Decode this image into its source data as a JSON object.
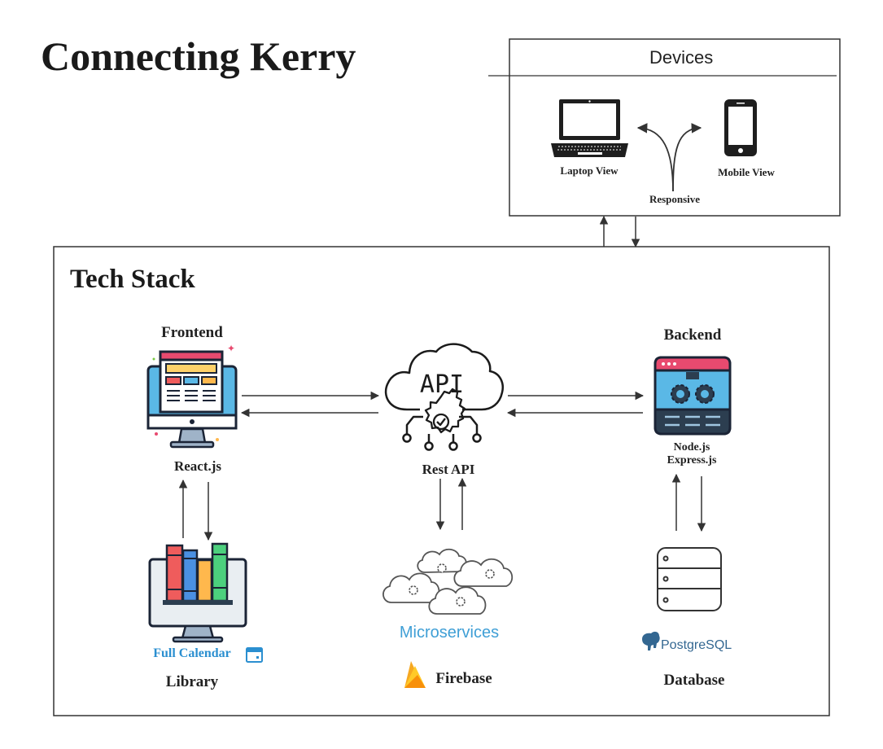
{
  "title": "Connecting Kerry",
  "colors": {
    "ink": "#222222",
    "border": "#333333",
    "fullcalendar": "#2b8fd0",
    "microservices": "#3f9fd6",
    "postgres": "#336791",
    "firebase_orange": "#f6a821",
    "firebase_yellow": "#ffca28"
  },
  "devices": {
    "title": "Devices",
    "laptop_label": "Laptop View",
    "mobile_label": "Mobile View",
    "responsive_label": "Responsive",
    "icons": [
      "laptop-icon",
      "smartphone-icon"
    ]
  },
  "stack": {
    "title": "Tech Stack",
    "frontend": {
      "heading": "Frontend",
      "tech": "React.js",
      "icon": "web-monitor-icon"
    },
    "api": {
      "text": "API",
      "caption": "Rest API",
      "icon": "api-cloud-icon"
    },
    "backend": {
      "heading": "Backend",
      "tech_line1": "Node.js",
      "tech_line2": "Express.js",
      "icon": "server-window-icon"
    },
    "library": {
      "brand": "Full Calendar",
      "caption": "Library",
      "icon": "library-books-icon"
    },
    "microservices": {
      "brand": "Microservices",
      "caption": "Firebase",
      "icon": "cloud-gears-icon"
    },
    "database": {
      "brand": "PostgreSQL",
      "brand_part1": "Postgre",
      "brand_part2": "SQL",
      "caption": "Database",
      "icon": "database-icon"
    }
  }
}
